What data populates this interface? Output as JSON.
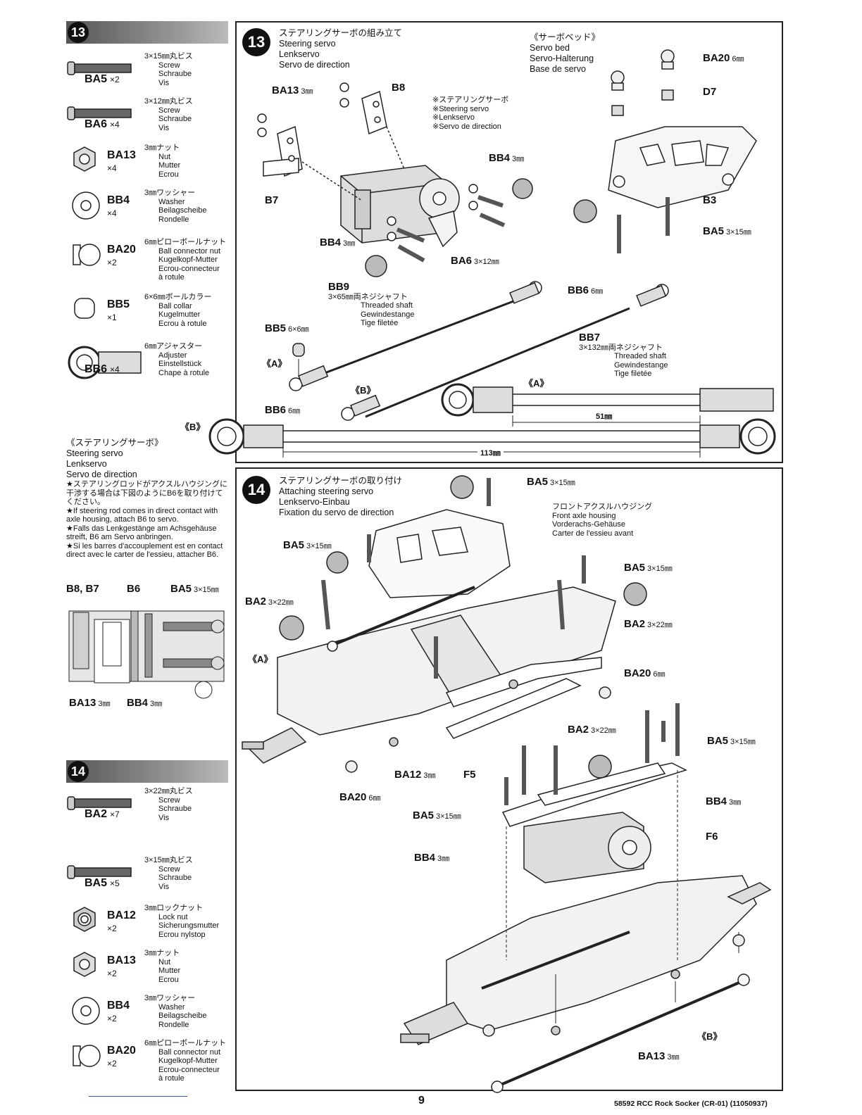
{
  "page_number": "9",
  "footer": "58592 RCC Rock Socker (CR-01) (11050937)",
  "sidebar13": {
    "num": "13",
    "parts": [
      {
        "code": "BA5",
        "qty": "×2",
        "spec": "3×15㎜丸ビス",
        "names": [
          "Screw",
          "Schraube",
          "Vis"
        ],
        "icon": "screw-icon"
      },
      {
        "code": "BA6",
        "qty": "×4",
        "spec": "3×12㎜丸ビス",
        "names": [
          "Screw",
          "Schraube",
          "Vis"
        ],
        "icon": "screw-icon"
      },
      {
        "code": "BA13",
        "qty": "×4",
        "spec": "3㎜ナット",
        "names": [
          "Nut",
          "Mutter",
          "Ecrou"
        ],
        "icon": "nut-icon"
      },
      {
        "code": "BB4",
        "qty": "×4",
        "spec": "3㎜ワッシャー",
        "names": [
          "Washer",
          "Beilagscheibe",
          "Rondelle"
        ],
        "icon": "washer-icon"
      },
      {
        "code": "BA20",
        "qty": "×2",
        "spec": "6㎜ピローボールナット",
        "names": [
          "Ball connector nut",
          "Kugelkopf-Mutter",
          "Ecrou-connecteur",
          "à rotule"
        ],
        "icon": "ball-nut-icon"
      },
      {
        "code": "BB5",
        "qty": "×1",
        "spec": "6×6㎜ボールカラー",
        "names": [
          "Ball collar",
          "Kugelmutter",
          "Ecrou à rotule"
        ],
        "icon": "ball-collar-icon"
      },
      {
        "code": "BB6",
        "qty": "×4",
        "spec": "6㎜アジャスター",
        "names": [
          "Adjuster",
          "Einstellstück",
          "Chape à rotule"
        ],
        "icon": "adjuster-icon"
      }
    ]
  },
  "servo_note": {
    "title_jp": "《ステアリングサーボ》",
    "title_lines": [
      "Steering servo",
      "Lenkservo",
      "Servo de direction"
    ],
    "notes": [
      "★ステアリングロッドがアクスルハウジングに干渉する場合は下図のようにB6を取り付けてください。",
      "★If steering rod comes in direct contact with axle housing, attach B6 to servo.",
      "★Falls das Lenkgestänge am Achsgehäuse streift, B6 am Servo anbringen.",
      "★Si les barres d'accouplement est en contact direct avec le carter de l'essieu, attacher B6."
    ],
    "labels": {
      "b8b7": "B8, B7",
      "b6": "B6",
      "ba5": "BA5",
      "ba5_size": "3×15㎜",
      "ba13": "BA13",
      "ba13_size": "3㎜",
      "bb4": "BB4",
      "bb4_size": "3㎜"
    }
  },
  "sidebar14": {
    "num": "14",
    "parts": [
      {
        "code": "BA2",
        "qty": "×7",
        "spec": "3×22㎜丸ビス",
        "names": [
          "Screw",
          "Schraube",
          "Vis"
        ],
        "icon": "screw-icon"
      },
      {
        "code": "BA5",
        "qty": "×5",
        "spec": "3×15㎜丸ビス",
        "names": [
          "Screw",
          "Schraube",
          "Vis"
        ],
        "icon": "screw-icon"
      },
      {
        "code": "BA12",
        "qty": "×2",
        "spec": "3㎜ロックナット",
        "names": [
          "Lock nut",
          "Sicherungsmutter",
          "Ecrou nylstop"
        ],
        "icon": "lock-nut-icon"
      },
      {
        "code": "BA13",
        "qty": "×2",
        "spec": "3㎜ナット",
        "names": [
          "Nut",
          "Mutter",
          "Ecrou"
        ],
        "icon": "nut-icon"
      },
      {
        "code": "BB4",
        "qty": "×2",
        "spec": "3㎜ワッシャー",
        "names": [
          "Washer",
          "Beilagscheibe",
          "Rondelle"
        ],
        "icon": "washer-icon"
      },
      {
        "code": "BA20",
        "qty": "×2",
        "spec": "6㎜ピローボールナット",
        "names": [
          "Ball connector nut",
          "Kugelkopf-Mutter",
          "Ecrou-connecteur",
          "à rotule"
        ],
        "icon": "ball-nut-icon"
      }
    ]
  },
  "step13": {
    "num": "13",
    "title_jp": "ステアリングサーボの組み立て",
    "title_lines": [
      "Steering servo",
      "Lenkservo",
      "Servo de direction"
    ],
    "servo_bed": {
      "jp": "《サーボベッド》",
      "lines": [
        "Servo bed",
        "Servo-Halterung",
        "Base de servo"
      ]
    },
    "servo_ref": [
      "※ステアリングサーボ",
      "※Steering servo",
      "※Lenkservo",
      "※Servo de direction"
    ],
    "labels": {
      "ba13": "BA13",
      "ba13_size": "3㎜",
      "b8": "B8",
      "b7": "B7",
      "bb4a": "BB4",
      "bb4a_size": "3㎜",
      "bb4b": "BB4",
      "bb4b_size": "3㎜",
      "ba6": "BA6",
      "ba6_size": "3×12㎜",
      "ba20": "BA20",
      "ba20_size": "6㎜",
      "d7": "D7",
      "b3": "B3",
      "ba5": "BA5",
      "ba5_size": "3×15㎜"
    },
    "bb9": {
      "code": "BB9",
      "spec": "3×65㎜両ネジシャフト",
      "names": [
        "Threaded shaft",
        "Gewindestange",
        "Tige filetée"
      ]
    },
    "bb7": {
      "code": "BB7",
      "spec": "3×132㎜両ネジシャフト",
      "names": [
        "Threaded shaft",
        "Gewindestange",
        "Tige filetée"
      ]
    },
    "bb6_top": "BB6",
    "bb6_top_size": "6㎜",
    "bb5": "BB5",
    "bb5_size": "6×6㎜",
    "bb6_bottom": "BB6",
    "bb6_bottom_size": "6㎜",
    "marker_a": "《A》",
    "marker_b": "《B》",
    "dim_a": "51㎜",
    "dim_b": "113㎜"
  },
  "step14": {
    "num": "14",
    "title_jp": "ステアリングサーボの取り付け",
    "title_lines": [
      "Attaching steering servo",
      "Lenkservo-Einbau",
      "Fixation du servo de direction"
    ],
    "housing": [
      "フロントアクスルハウジング",
      "Front axle housing",
      "Vorderachs-Gehäuse",
      "Carter de l'essieu avant"
    ],
    "labels": {
      "ba5_a": "BA5",
      "ba5_a_size": "3×15㎜",
      "ba5_b": "BA5",
      "ba5_b_size": "3×15㎜",
      "ba5_c": "BA5",
      "ba5_c_size": "3×15㎜",
      "ba5_d": "BA5",
      "ba5_d_size": "3×15㎜",
      "ba5_e": "BA5",
      "ba5_e_size": "3×15㎜",
      "ba2_a": "BA2",
      "ba2_a_size": "3×22㎜",
      "ba2_b": "BA2",
      "ba2_b_size": "3×22㎜",
      "ba2_c": "BA2",
      "ba2_c_size": "3×22㎜",
      "ba20_a": "BA20",
      "ba20_a_size": "6㎜",
      "ba20_b": "BA20",
      "ba20_b_size": "6㎜",
      "ba12": "BA12",
      "ba12_size": "3㎜",
      "f5": "F5",
      "f6": "F6",
      "bb4_a": "BB4",
      "bb4_a_size": "3㎜",
      "bb4_b": "BB4",
      "bb4_b_size": "3㎜",
      "ba13": "BA13",
      "ba13_size": "3㎜",
      "marker_a": "《A》",
      "marker_b": "《B》"
    }
  }
}
